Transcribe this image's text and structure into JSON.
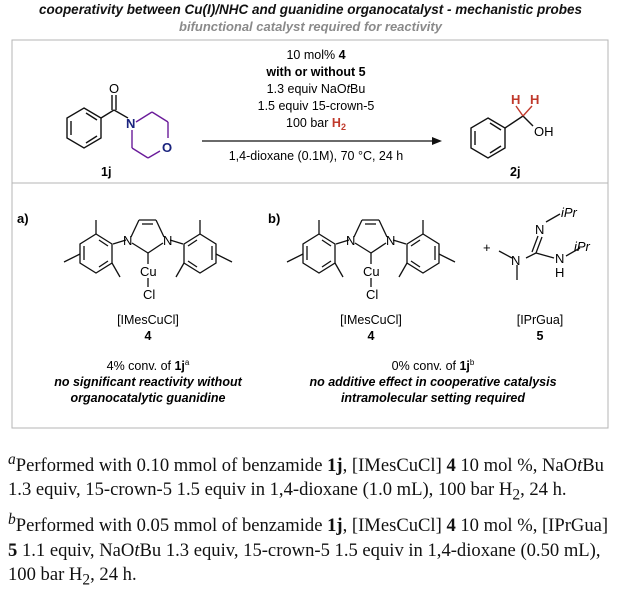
{
  "header": {
    "title": "cooperativity between Cu(I)/NHC and guanidine organocatalyst - mechanistic probes",
    "subtitle": "bifunctional catalyst required for reactivity"
  },
  "reaction": {
    "cond1_a": "10 mol% ",
    "cond1_b": "4",
    "cond2": "with or without 5",
    "cond3_a": "1.3 equiv NaO",
    "cond3_b": "t",
    "cond3_c": "Bu",
    "cond4": "1.5 equiv 15-crown-5",
    "cond5_a": "100 bar ",
    "cond5_b": "H",
    "cond5_c": "2",
    "cond6": "1,4-dioxane (0.1M), 70 °C, 24 h",
    "sm_label": "1j",
    "sm_O": "O",
    "sm_N": "N",
    "sm_ringO": "O",
    "prod_label": "2j",
    "prod_H1": "H",
    "prod_H2": "H",
    "prod_OH": "OH",
    "h_color": "#c0392b"
  },
  "panel_a": {
    "tag": "a)",
    "N1": "N",
    "N2": "N",
    "Cu": "Cu",
    "Cl": "Cl",
    "name": "[IMesCuCl]",
    "num": "4",
    "conv_a": "4% conv. of ",
    "conv_b": "1j",
    "conv_c": "a",
    "note1": "no significant reactivity without",
    "note2": "organocatalytic guanidine"
  },
  "panel_b": {
    "tag": "b)",
    "N1": "N",
    "N2": "N",
    "Cu": "Cu",
    "Cl": "Cl",
    "name": "[IMesCuCl]",
    "num": "4",
    "plus": "+",
    "gN1": "N",
    "giPr1": "iPr",
    "gN2": "N",
    "gN3": "N",
    "gH": "H",
    "giPr2": "iPr",
    "gua_name": "[IPrGua]",
    "gua_num": "5",
    "conv_a": "0% conv. of ",
    "conv_b": "1j",
    "conv_c": "b",
    "note1": "no additive effect in cooperative catalysis",
    "note2": "intramolecular setting required"
  },
  "footnotes": {
    "a_mark": "a",
    "a1": "Performed with 0.10 mmol of benzamide ",
    "a2": "1j",
    "a3": ", [IMesCuCl] ",
    "a4": "4",
    "a5": " 10 mol %, NaO",
    "a6": "t",
    "a7": "Bu 1.3 equiv, 15-crown-5 1.5 equiv in 1,4-dioxane (1.0 mL), 100 bar H",
    "a8": "2",
    "a9": ", 24 h. ",
    "b_mark": "b",
    "b1": "Performed with 0.05 mmol of benzamide ",
    "b2": "1j",
    "b3": ", [IMesCuCl] ",
    "b4": "4",
    "b5": " 10 mol %, [IPrGua] ",
    "b6": "5",
    "b7": " 1.1 equiv, NaO",
    "b8": "t",
    "b9": "Bu 1.3 equiv, 15-crown-5 1.5 equiv in 1,4-dioxane (0.50 mL), 100 bar H",
    "b10": "2",
    "b11": ", 24 h."
  }
}
